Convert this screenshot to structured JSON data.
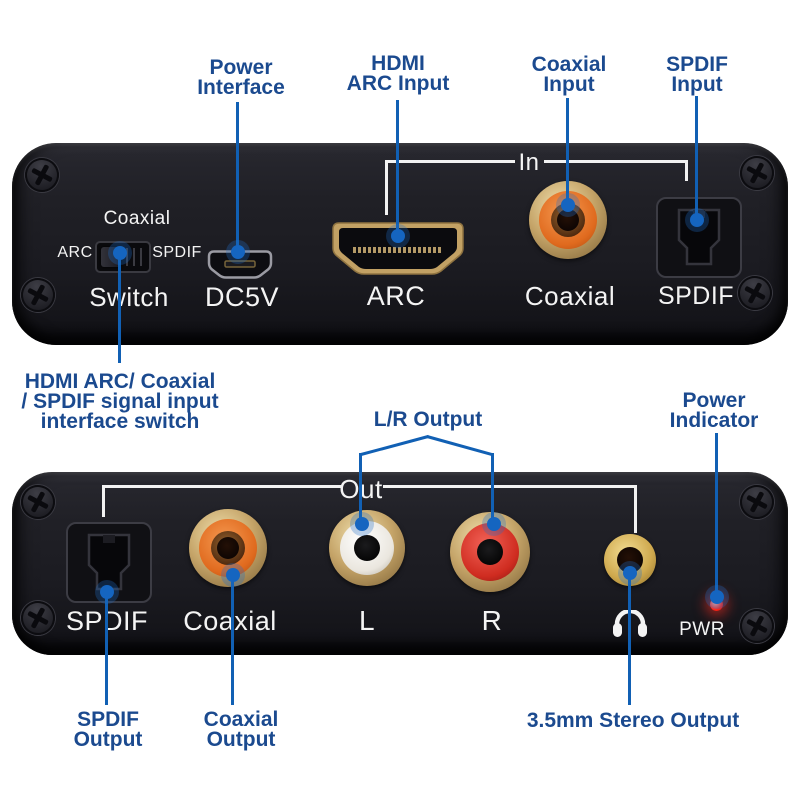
{
  "colors": {
    "callout_text_blue": "#1b4a8f",
    "callout_line_blue": "#1160b4",
    "connector_dot_blue": "#1565c0",
    "device_body_black": "#1d1d23",
    "device_text_white": "#f4f4f4",
    "coaxial_ring_orange": "#e06a1e",
    "left_ring_white": "#eae6de",
    "right_ring_red": "#cf2c20",
    "jack_gold": "#c5a468",
    "power_led_red": "#ff2a1e"
  },
  "icons": {
    "headphone": "headphone-icon",
    "screw": "screw-icon",
    "connector_dot": "connector-dot",
    "power_led": "power-led"
  },
  "callouts": {
    "power_interface": {
      "lines": [
        "Power",
        "Interface"
      ]
    },
    "hdmi_arc_input": {
      "lines": [
        "HDMI",
        "ARC Input"
      ]
    },
    "coaxial_input": {
      "lines": [
        "Coaxial",
        "Input"
      ]
    },
    "spdif_input": {
      "lines": [
        "SPDIF",
        "Input"
      ]
    },
    "switch_note": {
      "lines": [
        "HDMI ARC/ Coaxial",
        "/ SPDIF signal input",
        "interface switch"
      ]
    },
    "lr_output": {
      "lines": [
        "L/R Output"
      ]
    },
    "power_indicator": {
      "lines": [
        "Power",
        "Indicator"
      ]
    },
    "spdif_output": {
      "lines": [
        "SPDIF",
        "Output"
      ]
    },
    "coaxial_output": {
      "lines": [
        "Coaxial",
        "Output"
      ]
    },
    "stereo_output": {
      "lines": [
        "3.5mm Stereo Output"
      ]
    }
  },
  "top_panel": {
    "group_label": "In",
    "switch_top_label": "Coaxial",
    "switch_left_label": "ARC",
    "switch_right_label": "SPDIF",
    "switch_label": "Switch",
    "power_port_label": "DC5V",
    "hdmi_port_label": "ARC",
    "coaxial_jack_label": "Coaxial",
    "spdif_port_label": "SPDIF"
  },
  "bottom_panel": {
    "group_label": "Out",
    "spdif_port_label": "SPDIF",
    "coaxial_jack_label": "Coaxial",
    "left_jack_label": "L",
    "right_jack_label": "R",
    "power_led_label": "PWR"
  }
}
